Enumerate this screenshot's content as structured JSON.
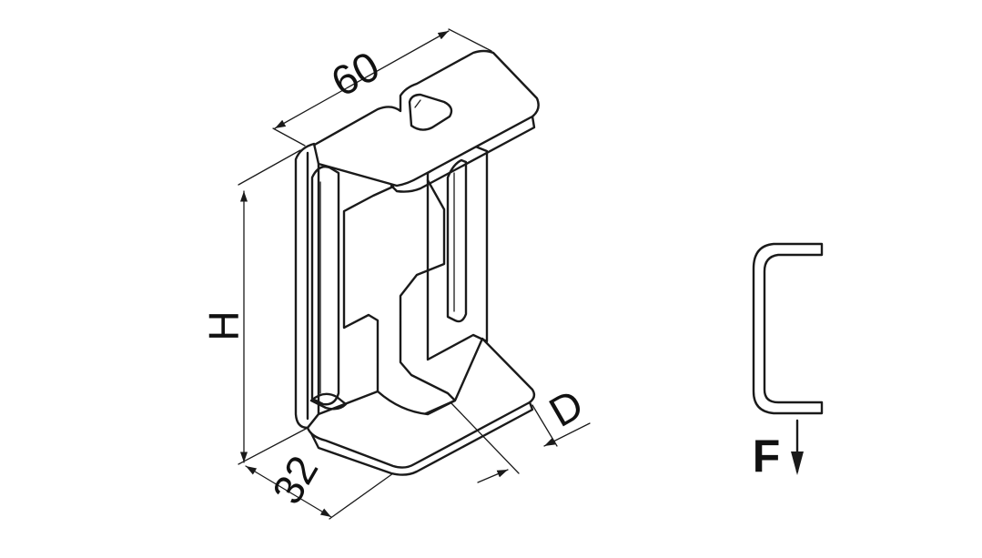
{
  "labels": {
    "length": "60",
    "height": "H",
    "width": "32",
    "depth": "D",
    "force": "F"
  },
  "colors": {
    "line": "#1a1a1a",
    "background": "#ffffff"
  }
}
